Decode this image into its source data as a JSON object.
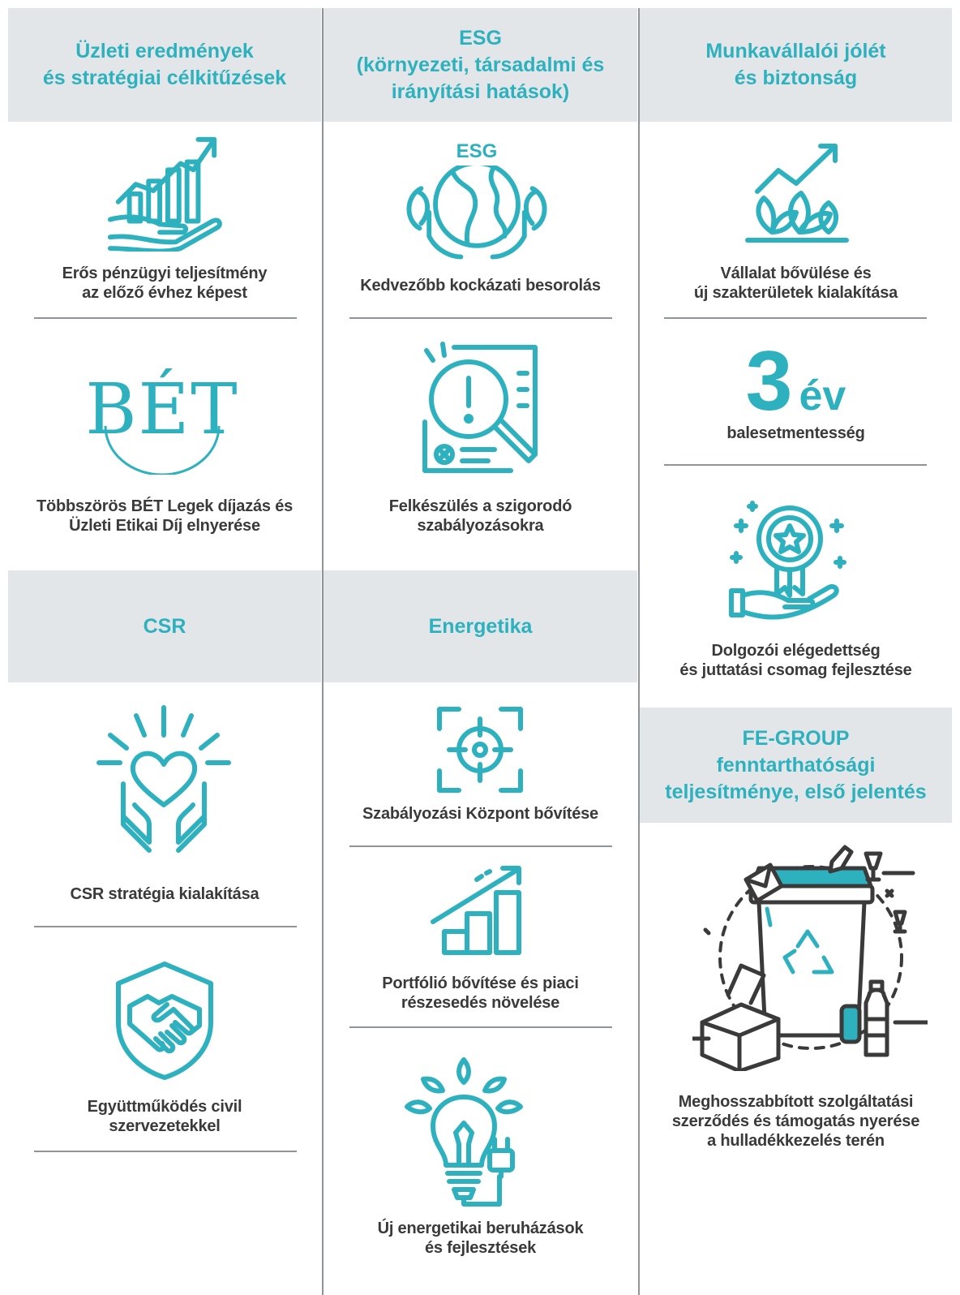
{
  "columns": {
    "col1": {
      "header": "Üzleti eredmények\nés stratégiai célkitűzések",
      "items": [
        {
          "icon": "hand-growth-chart-icon",
          "text": "Erős pénzügyi teljesítmény\naz előző évhez képest"
        },
        {
          "icon": "bet-logo",
          "logo_text": "BÉT",
          "text": "Többszörös BÉT Legek díjazás és\nÜzleti Etikai Díj elnyerése"
        }
      ]
    },
    "col2": {
      "header": "ESG\n(környezeti, társadalmi és\nirányítási hatások)",
      "items": [
        {
          "icon": "esg-globe-hands-icon",
          "icon_label": "ESG",
          "text": "Kedvezőbb kockázati besorolás"
        },
        {
          "icon": "document-magnifier-warning-icon",
          "text": "Felkészülés a szigorodó\nszabályozásokra"
        }
      ]
    },
    "col3": {
      "header": "Munkavállalói jólét\nés biztonság",
      "items": [
        {
          "icon": "plants-growth-arrow-icon",
          "text": "Vállalat bővülése és\núj szakterületek kialakítása"
        },
        {
          "big_number": "3",
          "big_unit": "év",
          "text": "balesetmentesség"
        },
        {
          "icon": "hand-award-medal-icon",
          "text": "Dolgozói elégedettség\nés juttatási csomag fejlesztése"
        }
      ]
    },
    "col1b": {
      "header": "CSR",
      "items": [
        {
          "icon": "heart-hands-icon",
          "text": "CSR stratégia kialakítása"
        },
        {
          "icon": "handshake-shield-icon",
          "text": "Együttműködés civil\nszervezetekkel"
        }
      ]
    },
    "col2b": {
      "header": "Energetika",
      "items": [
        {
          "icon": "target-crosshair-icon",
          "text": "Szabályozási Központ bővítése"
        },
        {
          "icon": "bar-chart-growth-icon",
          "text": "Portfólió bővítése és piaci\nrészesedés növelése"
        },
        {
          "icon": "lightbulb-plug-icon",
          "text": "Új energetikai beruházások\nés fejlesztések"
        }
      ]
    },
    "col3b": {
      "header": "FE-GROUP\nfenntarthatósági\nteljesítménye, első jelentés",
      "items": [
        {
          "icon": "recycle-bin-waste-icon",
          "text": "Meghosszabbított szolgáltatási\nszerződés és támogatás nyerése\na hulladékkezelés terén"
        }
      ]
    }
  },
  "colors": {
    "accent": "#2eb1bf",
    "header_bg": "#e3e6e8",
    "text": "#3a3a3a",
    "divider": "#8e9499"
  }
}
